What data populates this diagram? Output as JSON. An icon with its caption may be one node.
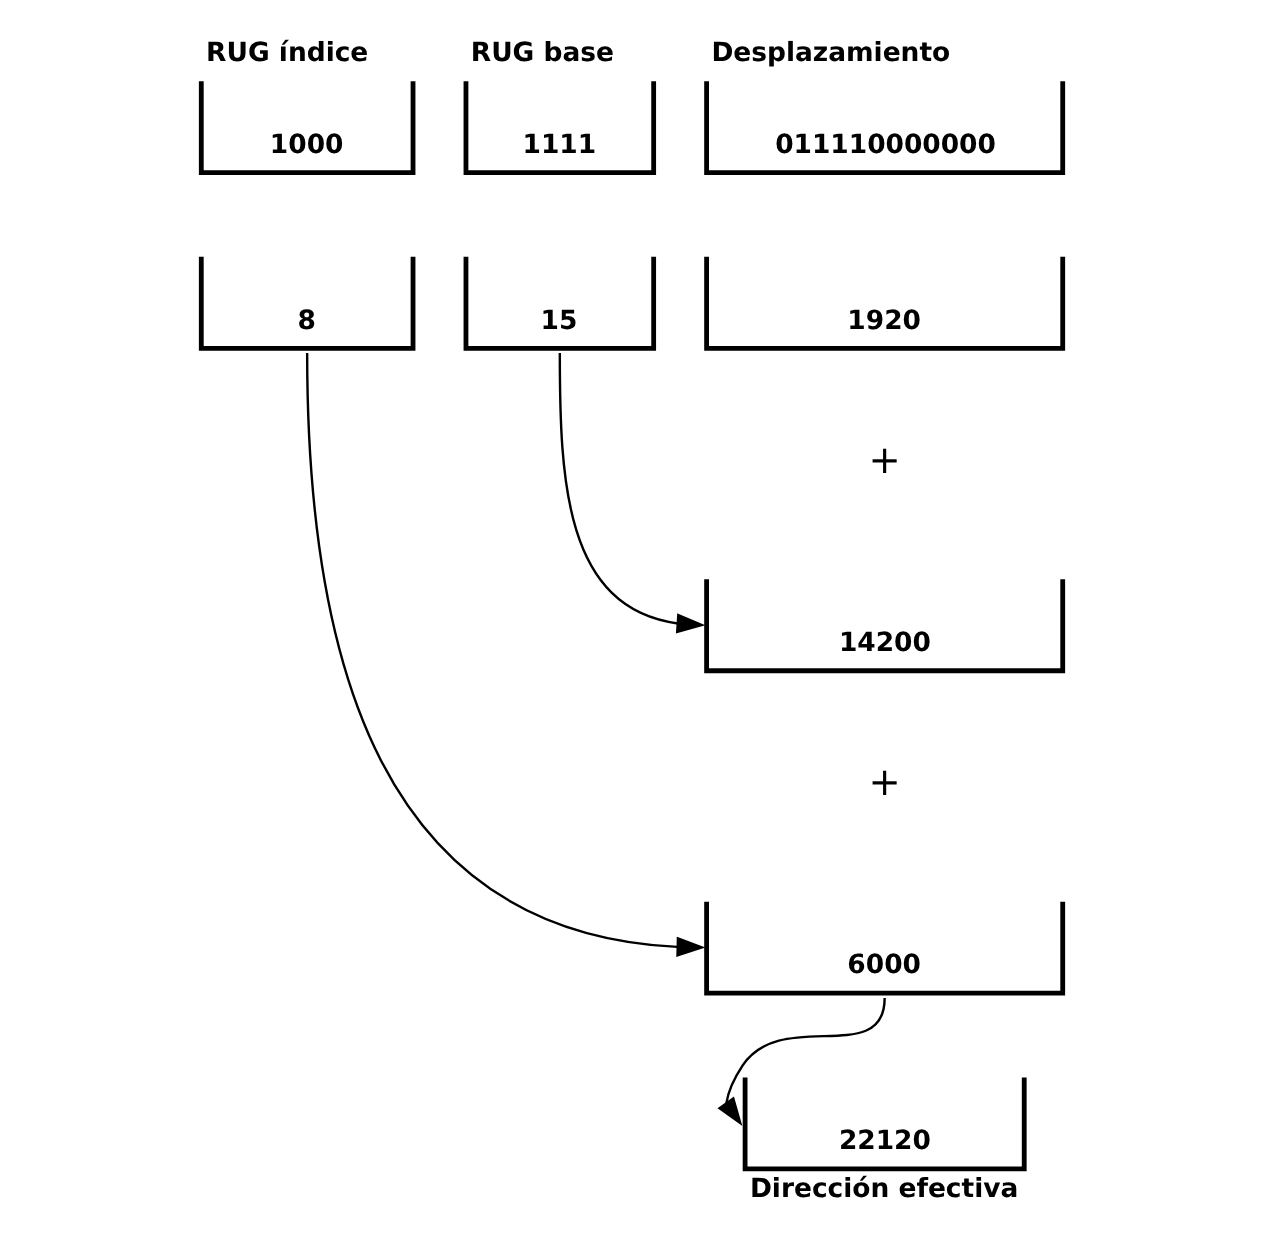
{
  "diagram": {
    "nodes": [
      {
        "text": [
          "RUG índice",
          "1000"
        ]
      },
      {
        "text": [
          "RUG base",
          "1111"
        ]
      },
      {
        "text": [
          "Desplazamiento",
          "011110000000"
        ]
      },
      {
        "text": [
          "8"
        ]
      },
      {
        "text": [
          "15"
        ]
      },
      {
        "text": [
          "1920"
        ]
      },
      {
        "text": [
          "14200"
        ]
      },
      {
        "text": [
          "6000"
        ]
      },
      {
        "text": [
          "22120",
          "Dirección efectiva"
        ]
      }
    ],
    "edges": [
      {
        "from": 4,
        "to": 6,
        "arrow": "to"
      },
      {
        "from": 3,
        "to": 7,
        "arrow": "to"
      },
      {
        "from": 7,
        "to": 8,
        "arrow": "to"
      }
    ],
    "labels": [
      "+",
      "+"
    ]
  }
}
